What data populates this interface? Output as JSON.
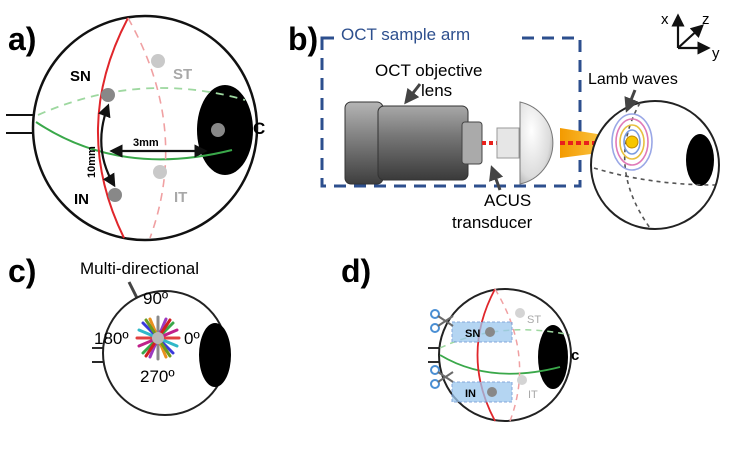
{
  "panels": {
    "a": {
      "letter": "a)",
      "points": {
        "sn": "SN",
        "st": "ST",
        "in": "IN",
        "it": "IT",
        "c": "C"
      },
      "dimensions": {
        "vertical": "10mm",
        "horizontal": "3mm"
      }
    },
    "b": {
      "letter": "b)",
      "sample_arm": "OCT sample arm",
      "objective_line1": "OCT objective",
      "objective_line2": "lens",
      "transducer_line1": "ACUS",
      "transducer_line2": "transducer",
      "lamb_waves": "Lamb waves",
      "axes": {
        "x": "x",
        "y": "y",
        "z": "z"
      }
    },
    "c": {
      "letter": "c)",
      "title": "Multi-directional",
      "angles": {
        "a90": "90º",
        "a0": "0º",
        "a180": "180º",
        "a270": "270º"
      }
    },
    "d": {
      "letter": "d)",
      "points": {
        "sn": "SN",
        "st": "ST",
        "in": "IN",
        "it": "IT",
        "c": "c"
      }
    }
  },
  "colors": {
    "meridian_red": "#e0262b",
    "equator_green": "#3aa84a",
    "dashed_blue": "#2d4f8e",
    "beam_orange": "#f7a800",
    "beam_red": "#e8201c",
    "highlight_blue": "#9cc7ee"
  },
  "icons": [
    "scissors-icon",
    "arrow-icon",
    "axis-icon"
  ]
}
